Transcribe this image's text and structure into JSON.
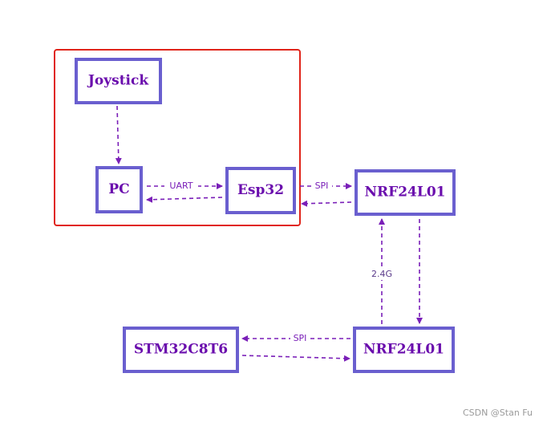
{
  "colors": {
    "box_stroke": "#6a5fcf",
    "box_text": "#6a0dad",
    "arrow": "#7a1fb8",
    "group_border": "#e0241a",
    "watermark": "#9a9a9a"
  },
  "nodes": {
    "joystick": "Joystick",
    "pc": "PC",
    "esp32": "Esp32",
    "nrf_top": "NRF24L01",
    "nrf_bottom": "NRF24L01",
    "stm32": "STM32C8T6"
  },
  "edges": {
    "uart": "UART",
    "spi_top": "SPI",
    "radio": "2.4G",
    "spi_bottom": "SPI"
  },
  "watermark": "CSDN @Stan Fu"
}
